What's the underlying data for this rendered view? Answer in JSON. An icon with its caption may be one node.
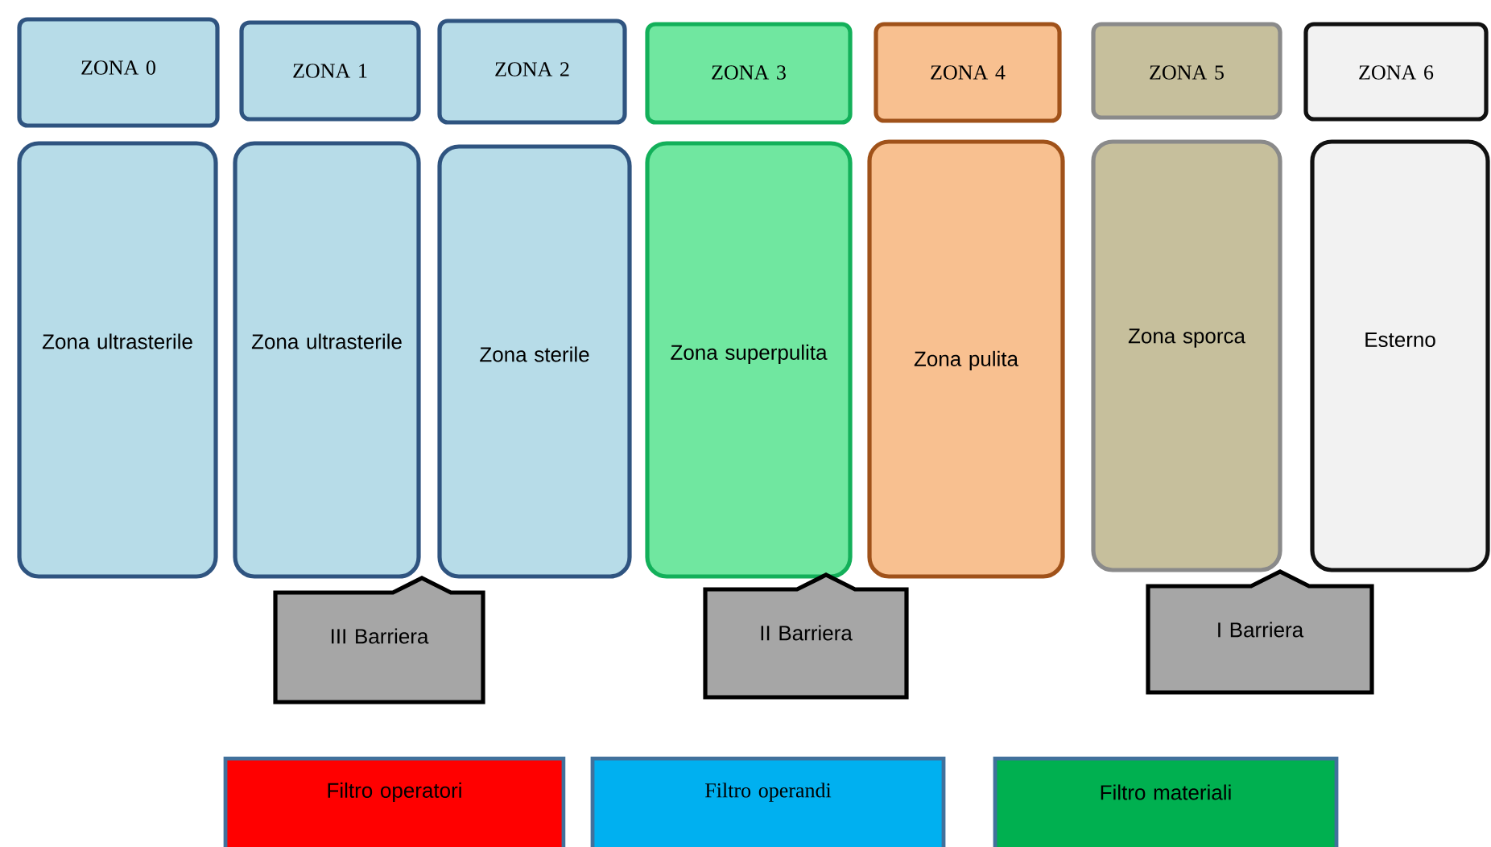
{
  "diagram": {
    "nodes": [
      {
        "text": [
          "ZONA 0"
        ]
      },
      {
        "text": [
          "ZONA 1"
        ]
      },
      {
        "text": [
          "ZONA 2"
        ]
      },
      {
        "text": [
          "ZONA 3"
        ]
      },
      {
        "text": [
          "ZONA 4"
        ]
      },
      {
        "text": [
          "ZONA 5"
        ]
      },
      {
        "text": [
          "ZONA 6"
        ]
      },
      {
        "text": [
          "Zona ultrasterile"
        ]
      },
      {
        "text": [
          "Zona ultrasterile"
        ]
      },
      {
        "text": [
          "Zona sterile"
        ]
      },
      {
        "text": [
          "Zona superpulita"
        ]
      },
      {
        "text": [
          "Zona pulita"
        ]
      },
      {
        "text": [
          "Zona sporca"
        ]
      },
      {
        "text": [
          "Esterno"
        ]
      },
      {
        "text": [
          "III Barriera"
        ]
      },
      {
        "text": [
          "II Barriera"
        ]
      },
      {
        "text": [
          "I Barriera"
        ]
      },
      {
        "text": [
          "Filtro operatori"
        ]
      },
      {
        "text": [
          "Filtro operandi"
        ]
      },
      {
        "text": [
          "Filtro materiali"
        ]
      }
    ]
  }
}
